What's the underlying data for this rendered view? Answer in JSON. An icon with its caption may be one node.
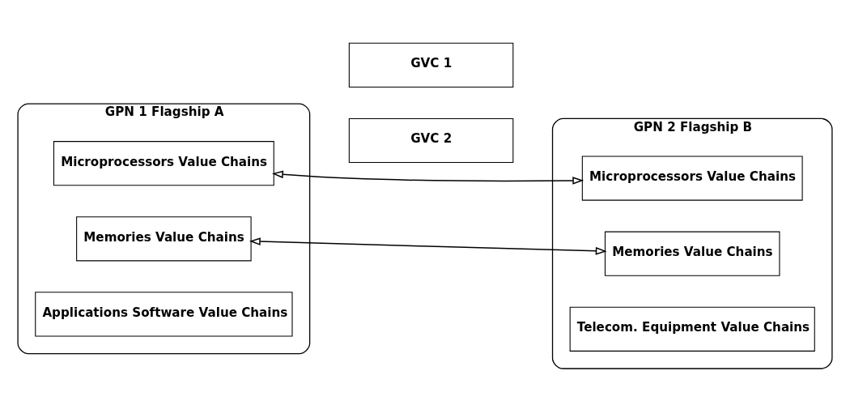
{
  "diagram": {
    "nodes": [
      {
        "text": [
          "GPN 1 Flagship A"
        ]
      },
      {
        "text": [
          "Microprocessors Value Chains"
        ],
        "in": 0
      },
      {
        "text": [
          "Memories Value Chains"
        ],
        "in": 0
      },
      {
        "text": [
          "Applications Software Value Chains"
        ],
        "in": 0
      },
      {
        "text": [
          "GVC 1"
        ]
      },
      {
        "text": [
          "GVC 2"
        ]
      },
      {
        "text": [
          "GPN 2 Flagship B"
        ]
      },
      {
        "text": [
          "Microprocessors Value Chains"
        ],
        "in": 6
      },
      {
        "text": [
          "Memories Value Chains"
        ],
        "in": 6
      },
      {
        "text": [
          "Telecom. Equipment Value Chains"
        ],
        "in": 6
      }
    ],
    "edges": [
      {
        "from": 1,
        "to": 7,
        "arrow": "both"
      },
      {
        "from": 2,
        "to": 8,
        "arrow": "both"
      }
    ]
  }
}
